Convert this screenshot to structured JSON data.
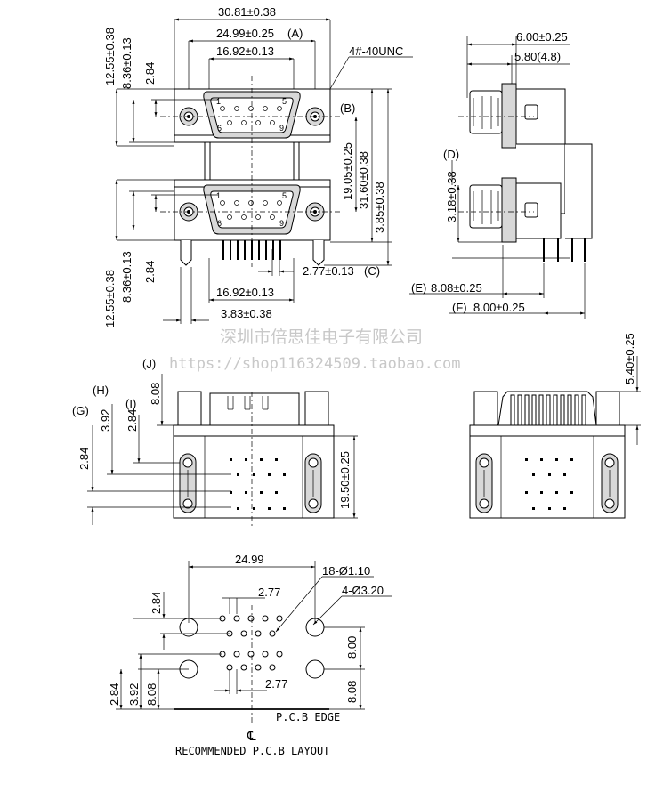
{
  "front_view": {
    "overall_width": "30.81±0.38",
    "screw_spacing": "24.99±0.25",
    "screw_spacing_ref": "(A)",
    "pin_row_width": "16.92±0.13",
    "thread": "4#-40UNC",
    "ref_b": "(B)",
    "ref_c": "(C)",
    "top_height": "12.55±0.38",
    "top_offset": "8.36±0.13",
    "top_small": "2.84",
    "bottom_height": "12.55±0.38",
    "bottom_offset": "8.36±0.13",
    "bottom_small": "2.84",
    "port_pitch": "19.05±0.25",
    "total_height": "31.60±0.38",
    "overall_height": "3.85±0.38",
    "pin_pitch": "2.77±0.13",
    "bottom_pin_row": "16.92±0.13",
    "bottom_span": "3.83±0.38",
    "pin_numbers_top": [
      "1",
      "5",
      "6",
      "9"
    ],
    "pin_numbers_bottom": [
      "1",
      "5",
      "6",
      "9"
    ]
  },
  "side_view": {
    "dim_top": "6.00±0.25",
    "dim_second": "5.80(4.8)",
    "ref_d": "(D)",
    "dim_d": "3.18±0.38",
    "ref_e": "(E)",
    "dim_e": "8.08±0.25",
    "ref_f": "(F)",
    "dim_f": "8.00±0.25"
  },
  "watermark": {
    "line1": "深圳市倍思佳电子有限公司",
    "line2": "https://shop116324509.taobao.com"
  },
  "bottom_view": {
    "ref_j": "(J)",
    "dim_j": "8.08",
    "ref_i": "(I)",
    "dim_i": "2.84",
    "ref_h": "(H)",
    "dim_h": "3.92",
    "ref_g": "(G)",
    "dim_g": "2.84",
    "dim_height": "19.50±0.25"
  },
  "rear_view": {
    "dim_right": "5.40±0.25"
  },
  "pcb_layout": {
    "width": "24.99",
    "holes_small": "18-Ø1.10",
    "holes_large": "4-Ø3.20",
    "pitch_top": "2.77",
    "pitch_bottom": "2.77",
    "left_top": "2.84",
    "left_1": "2.84",
    "left_2": "3.92",
    "left_3": "8.08",
    "right_1": "8.00",
    "right_2": "8.08",
    "edge_label": "P.C.B EDGE",
    "centerline": "℄",
    "title": "RECOMMENDED P.C.B LAYOUT"
  }
}
